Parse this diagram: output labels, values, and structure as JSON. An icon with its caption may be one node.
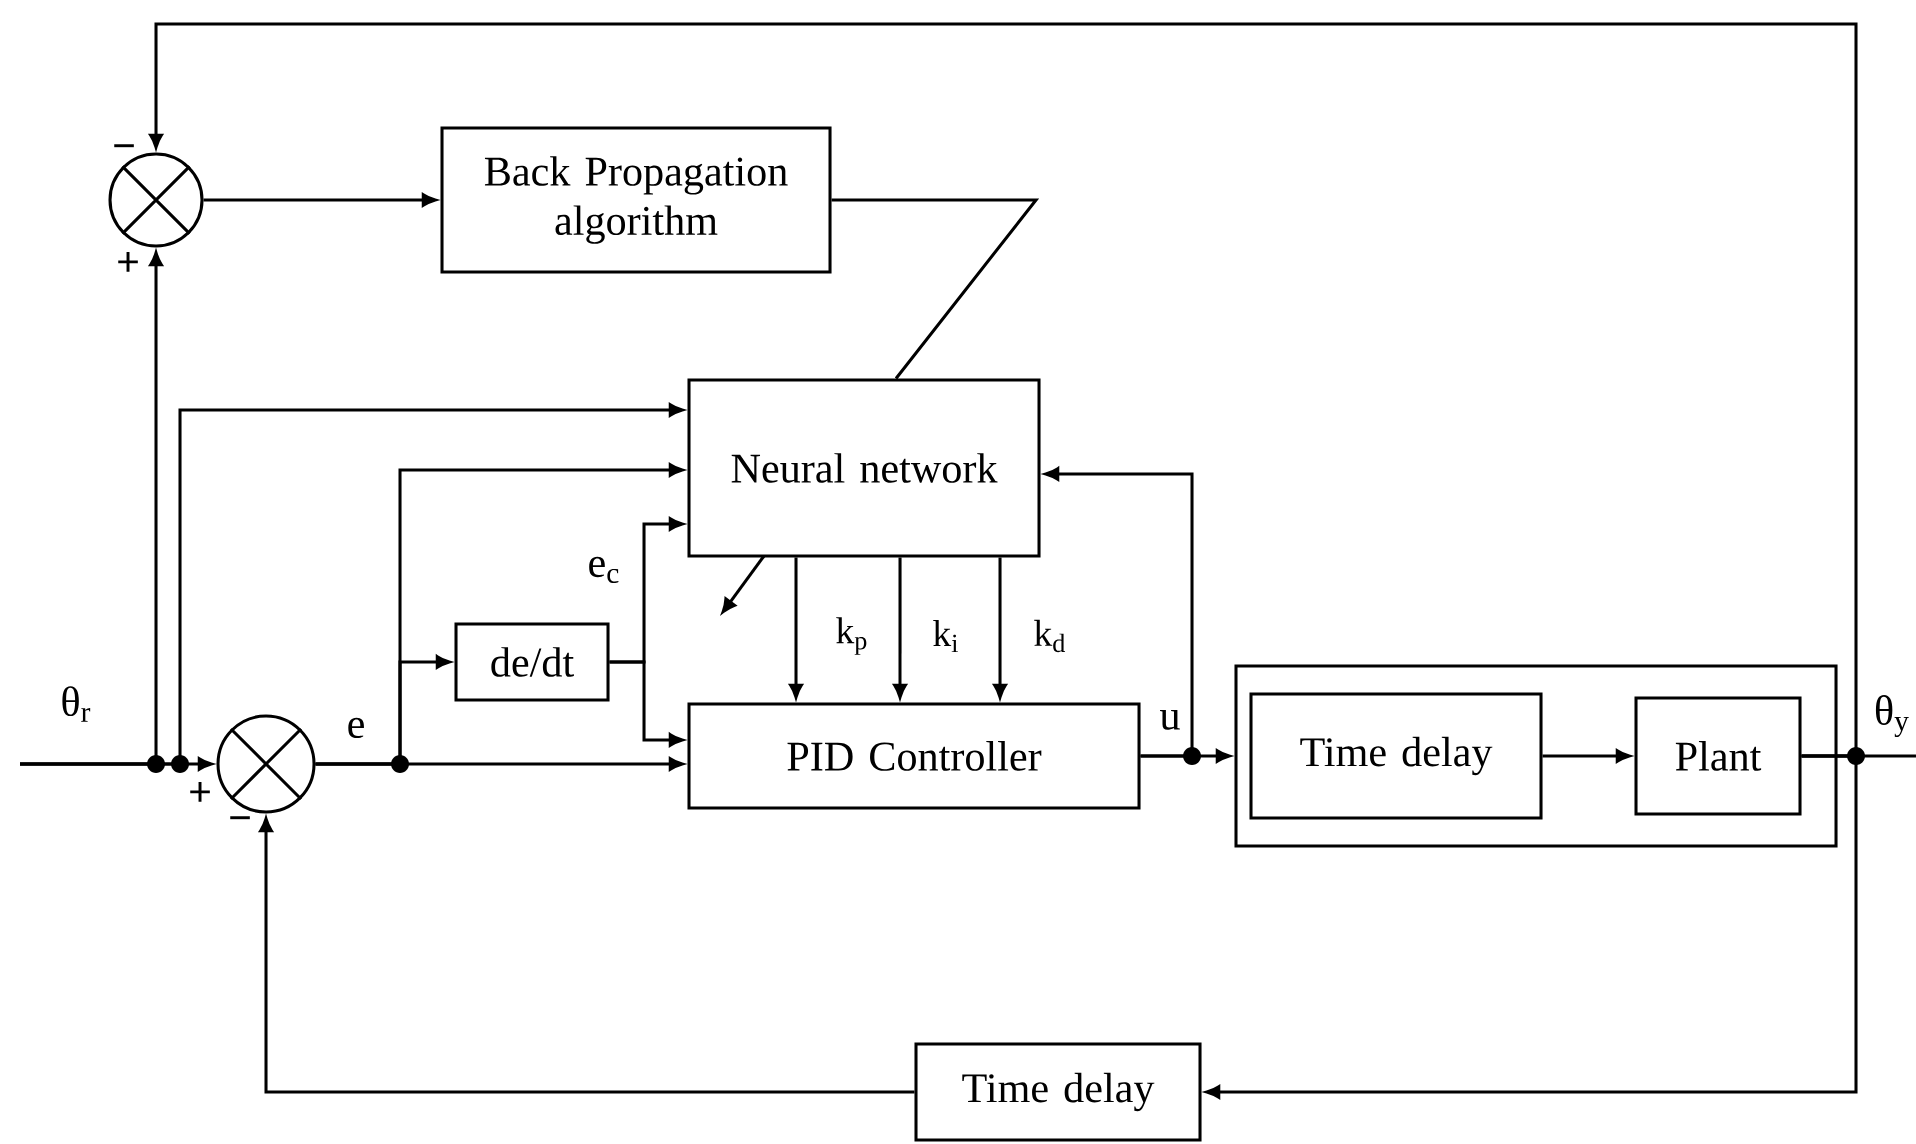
{
  "diagram": {
    "nodes": [
      {
        "text": [],
        "shape": "circle"
      },
      {
        "text": [
          "Back Propagation algorithm"
        ]
      },
      {
        "text": [
          "Neural network"
        ]
      },
      {
        "text": [
          "de/dt"
        ]
      },
      {
        "text": [],
        "shape": "circle"
      },
      {
        "text": [
          "PID Controller"
        ]
      },
      {
        "text": [],
        "shape": "box"
      },
      {
        "text": [
          "Time delay"
        ],
        "in": 6
      },
      {
        "text": [
          "Plant"
        ],
        "in": 6
      },
      {
        "text": [
          "Time delay"
        ]
      }
    ],
    "edges": [
      {
        "from": null,
        "to": 4,
        "arrow": "to",
        "label": "θ$_{r}$"
      },
      {
        "from": null,
        "to": 0,
        "arrow": "to"
      },
      {
        "from": null,
        "to": 2,
        "arrow": "to"
      },
      {
        "from": 4,
        "to": 5,
        "arrow": "to",
        "label": "e"
      },
      {
        "from": 4,
        "to": 2,
        "arrow": "to"
      },
      {
        "from": 4,
        "to": 3,
        "arrow": "to"
      },
      {
        "from": 3,
        "to": 2,
        "arrow": "to",
        "label": "e$_{c}$"
      },
      {
        "from": 3,
        "to": 5,
        "arrow": "to"
      },
      {
        "from": 2,
        "to": 5,
        "arrow": "to",
        "label": "k$_{p}$"
      },
      {
        "from": 2,
        "to": 5,
        "arrow": "to",
        "label": "k$_{i}$"
      },
      {
        "from": 2,
        "to": 5,
        "arrow": "to",
        "label": "k$_{d}$"
      },
      {
        "from": 5,
        "to": 6,
        "arrow": "to",
        "label": "u"
      },
      {
        "from": 5,
        "to": 2,
        "arrow": "to"
      },
      {
        "from": 7,
        "to": 8,
        "arrow": "to"
      },
      {
        "from": 8,
        "to": 9,
        "arrow": "to"
      },
      {
        "from": 8,
        "to": 0,
        "arrow": "to"
      },
      {
        "from": 8,
        "to": null,
        "arrow": "none",
        "label": "θ$_{y}$"
      },
      {
        "from": 9,
        "to": 4,
        "arrow": "to"
      },
      {
        "from": 0,
        "to": 1,
        "arrow": "to"
      },
      {
        "from": 1,
        "to": 2,
        "arrow": "none"
      }
    ],
    "labels": [
      "−",
      "+",
      "+",
      "−"
    ]
  }
}
